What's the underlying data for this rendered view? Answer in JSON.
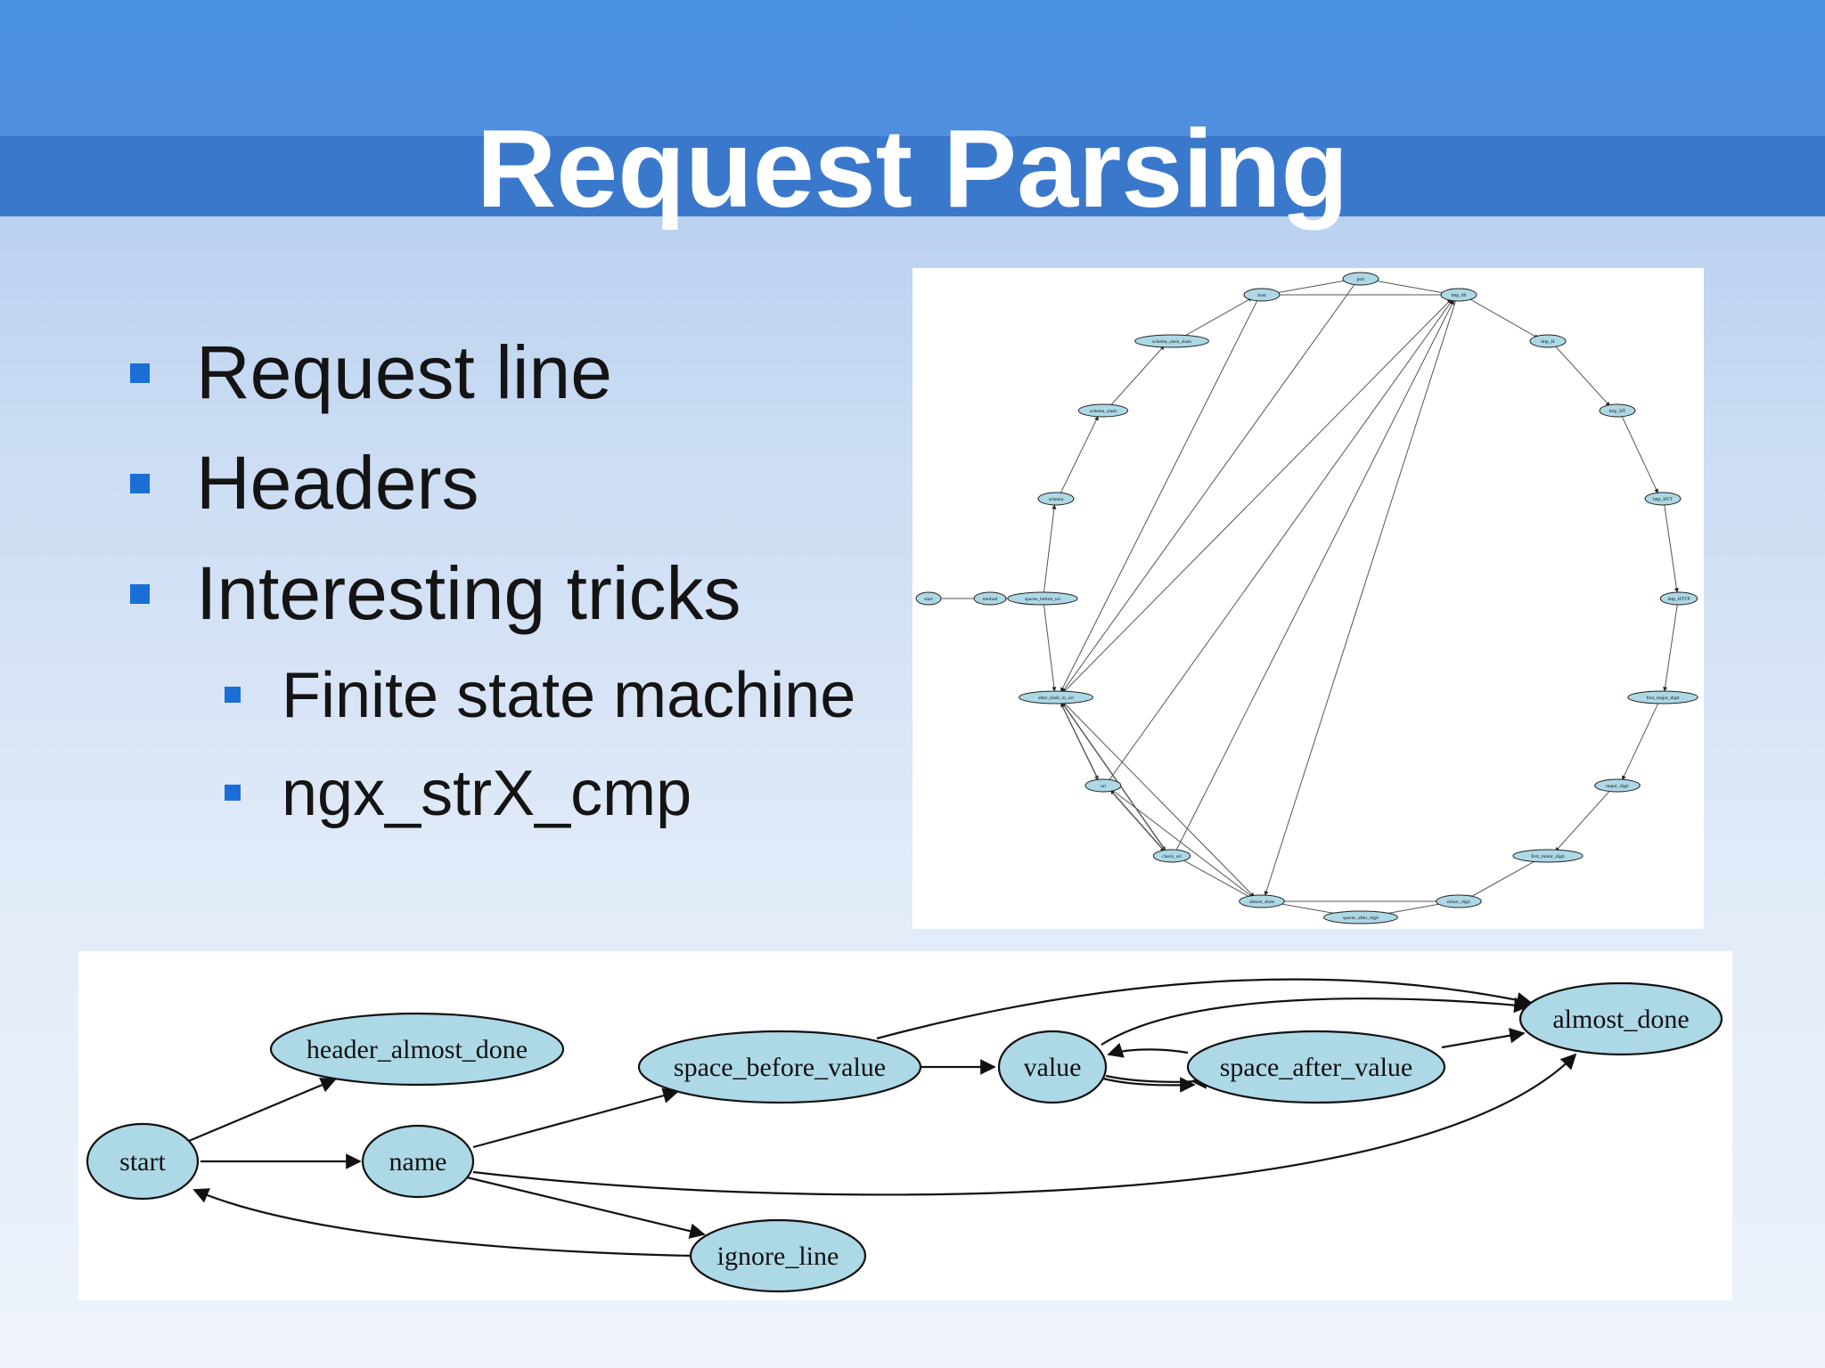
{
  "slide": {
    "title": "Request Parsing"
  },
  "bullets": [
    {
      "text": "Request line",
      "level": 1
    },
    {
      "text": "Headers",
      "level": 1
    },
    {
      "text": "Interesting tricks",
      "level": 1
    },
    {
      "text": "Finite state machine",
      "level": 2
    },
    {
      "text": "ngx_strX_cmp",
      "level": 2
    }
  ],
  "request_line_fsm": {
    "nodes": [
      "start",
      "method",
      "spaces_before_uri",
      "schema",
      "schema_slash",
      "schema_slash_slash",
      "host",
      "port",
      "http_09",
      "http_H",
      "http_HT",
      "http_HTT",
      "http_HTTP",
      "first_major_digit",
      "major_digit",
      "first_minor_digit",
      "minor_digit",
      "spaces_after_digit",
      "almost_done",
      "check_uri",
      "uri",
      "after_slash_in_uri"
    ]
  },
  "header_fsm": {
    "nodes": [
      "start",
      "header_almost_done",
      "name",
      "ignore_line",
      "space_before_value",
      "value",
      "space_after_value",
      "almost_done"
    ]
  },
  "colors": {
    "accent": "#1a6fd6",
    "title_bar": "#4a91e2",
    "node_fill": "#add8e6"
  }
}
